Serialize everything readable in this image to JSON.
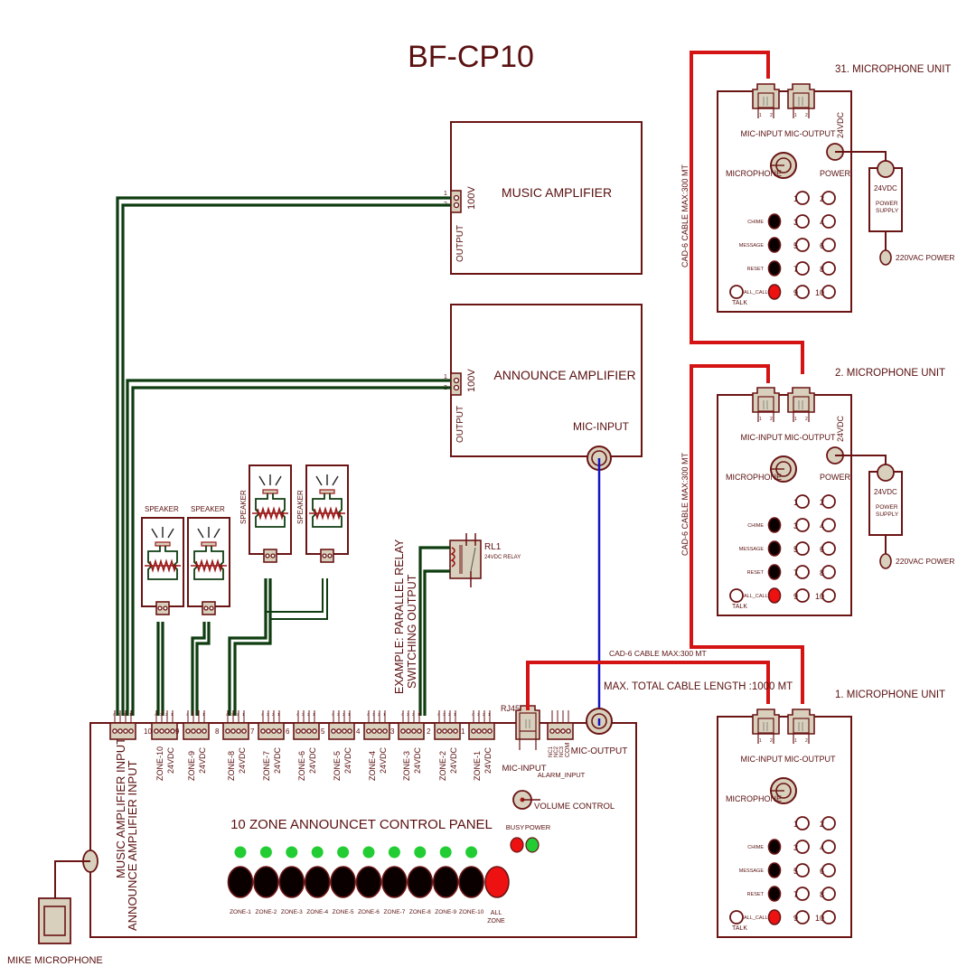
{
  "title": "BF-CP10",
  "amplifiers": {
    "music": {
      "label": "MUSIC  AMPLIFIER",
      "output_label": "OUTPUT",
      "voltage": "100V",
      "pins": [
        "1",
        "2"
      ]
    },
    "announce": {
      "label": "ANNOUNCE  AMPLIFIER",
      "output_label": "OUTPUT",
      "voltage": "100V",
      "pins": [
        "1",
        "2"
      ],
      "mic_input_label": "MIC-INPUT"
    }
  },
  "speakers": [
    {
      "label": "SPEAKER",
      "zone": "ZONE-10"
    },
    {
      "label": "SPEAKER",
      "zone": "ZONE-9"
    },
    {
      "label": "SPEAKER",
      "zone": "ZONE-8"
    },
    {
      "label": "SPEAKER",
      "zone": "ZONE-8"
    }
  ],
  "relay": {
    "name": "RL1",
    "desc": "24VDC RELAY",
    "note_line1": "EXAMPLE: PARALLEL RELAY",
    "note_line2": "SWITCHING OUTPUT"
  },
  "control_panel": {
    "title": "10 ZONE ANNOUNCET CONTROL PANEL",
    "music_input_label": "MUSIC AMPLIFIER INPUT",
    "announce_input_label": "ANNOUNCE AMPLIFIER INPUT",
    "terminal_pins": [
      "4",
      "3",
      "2",
      "1"
    ],
    "zone_terminals": [
      {
        "num": "10",
        "zone": "ZONE-10",
        "volt": "24VDC"
      },
      {
        "num": "9",
        "zone": "ZONE-9",
        "volt": "24VDC"
      },
      {
        "num": "8",
        "zone": "ZONE-8",
        "volt": "24VDC"
      },
      {
        "num": "7",
        "zone": "ZONE-7",
        "volt": "24VDC"
      },
      {
        "num": "6",
        "zone": "ZONE-6",
        "volt": "24VDC"
      },
      {
        "num": "5",
        "zone": "ZONE-5",
        "volt": "24VDC"
      },
      {
        "num": "4",
        "zone": "ZONE-4",
        "volt": "24VDC"
      },
      {
        "num": "3",
        "zone": "ZONE-3",
        "volt": "24VDC"
      },
      {
        "num": "2",
        "zone": "ZONE-2",
        "volt": "24VDC"
      },
      {
        "num": "1",
        "zone": "ZONE-1",
        "volt": "24VDC"
      }
    ],
    "rj45_label": "RJ45",
    "mic_input_label": "MIC-INPUT",
    "mic_output_label": "MIC-OUTPUT",
    "alarm_input_label": "ALARM_INPUT",
    "alarm_pins": [
      "NC1",
      "NC2",
      "NC3",
      "COM"
    ],
    "volume_label": "VOLUME CONTROL",
    "busy_label": "BUSY",
    "power_label": "POWER",
    "zone_buttons": [
      "ZONE-1",
      "ZONE-2",
      "ZONE-3",
      "ZONE-4",
      "ZONE-5",
      "ZONE-6",
      "ZONE-7",
      "ZONE-8",
      "ZONE-9",
      "ZONE-10"
    ],
    "all_zone_label_1": "ALL",
    "all_zone_label_2": "ZONE"
  },
  "mike_microphone_label": "MIKE MICROPHONE",
  "cables": {
    "vertical_1": "CAD-6 CABLE MAX:300 MT",
    "vertical_2": "CAD-6 CABLE MAX:300 MT",
    "horizontal": "CAD-6 CABLE MAX:300 MT",
    "total": "MAX. TOTAL CABLE LENGTH :1000 MT"
  },
  "mic_units": [
    {
      "title": "31. MICROPHONE UNIT",
      "has_power_supply": true
    },
    {
      "title": "2. MICROPHONE UNIT",
      "has_power_supply": true
    },
    {
      "title": "1. MICROPHONE UNIT",
      "has_power_supply": false
    }
  ],
  "mic_unit_common": {
    "mic_input": "MIC-INPUT",
    "mic_output": "MIC-OUTPUT",
    "microphone": "MICROPHONE",
    "power": "POWER",
    "vdc": "24VDC",
    "chime": "CHIME",
    "message": "MESSAGE",
    "reset": "RESET",
    "all_call": "ALL_CALL",
    "talk": "TALK",
    "zone_numbers": [
      "1",
      "2",
      "3",
      "4",
      "5",
      "6",
      "7",
      "8",
      "9",
      "10"
    ],
    "jack_pins": [
      "1",
      "2"
    ],
    "psu_vdc": "24VDC",
    "psu_line1": "POWER",
    "psu_line2": "SUPPLY",
    "ac_power": "220VAC POWER"
  }
}
